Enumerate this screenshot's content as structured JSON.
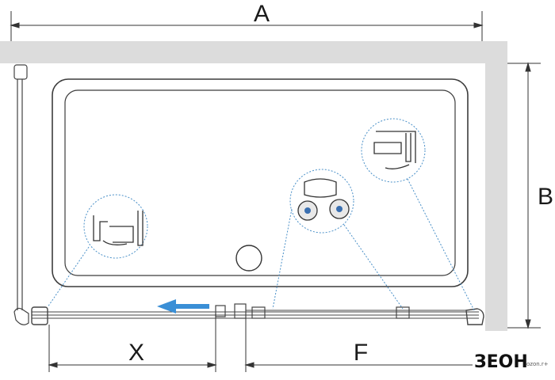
{
  "dimensions": {
    "a_label": "A",
    "b_label": "B",
    "x_label": "X",
    "f_label": "F"
  },
  "logo": {
    "main": "ЗЕОН",
    "small": "ozon.r+"
  },
  "colors": {
    "line": "#4a4a4a",
    "wall": "#dcdcdc",
    "detail_dots": "#4a90c8",
    "arrow": "#3a8fd6"
  },
  "icons": [
    "arrow-left-icon",
    "drain-icon",
    "roller-detail-icon",
    "profile-detail-icon"
  ]
}
